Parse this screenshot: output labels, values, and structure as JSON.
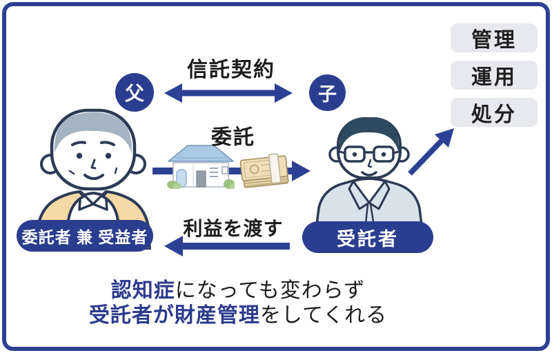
{
  "colors": {
    "border_blue": "#2d4194",
    "navy_fill": "#2b3d8e",
    "arrow_blue": "#2d4194",
    "duty_box_bg": "#e8e9ee",
    "text_black": "#1c1c1e",
    "text_navy": "#2b3a8c"
  },
  "contract": {
    "label": "信託契約",
    "father_badge": "父",
    "son_badge": "子"
  },
  "duties": [
    {
      "label": "管理"
    },
    {
      "label": "運用"
    },
    {
      "label": "処分"
    }
  ],
  "flows": {
    "entrust_label": "委託",
    "profit_label": "利益を渡す"
  },
  "roles": {
    "settlor": "委託者 兼 受益者",
    "trustee": "受託者"
  },
  "icons": {
    "house": "house-icon",
    "money": "money-bundle-icon",
    "father": "father-illustration",
    "son": "son-illustration"
  },
  "caption": {
    "line1_highlight": "認知症",
    "line1_rest": "になっても変わらず",
    "line2_highlight": "受託者が財産管理",
    "line2_rest": "をしてくれる"
  }
}
